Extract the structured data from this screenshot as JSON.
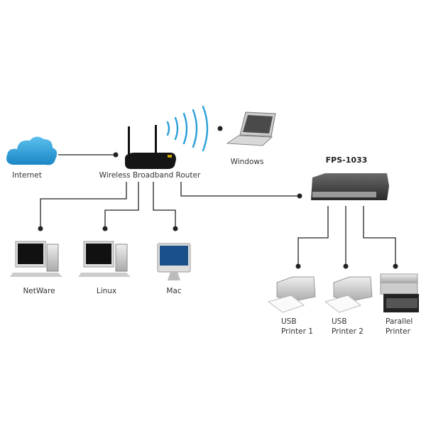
{
  "nodes": {
    "internet": "Internet",
    "router": "Wireless Broadband Router",
    "windows": "Windows",
    "netware": "NetWare",
    "linux": "Linux",
    "mac": "Mac",
    "print_server": "FPS-1033",
    "usb_printer_1": [
      "USB",
      "Printer 1"
    ],
    "usb_printer_2": [
      "USB",
      "Printer 2"
    ],
    "parallel_printer": [
      "Parallel",
      "Printer"
    ]
  },
  "colors": {
    "cloud": "#2a9fd8",
    "wifi": "#2a9fd8",
    "line": "#222222"
  }
}
